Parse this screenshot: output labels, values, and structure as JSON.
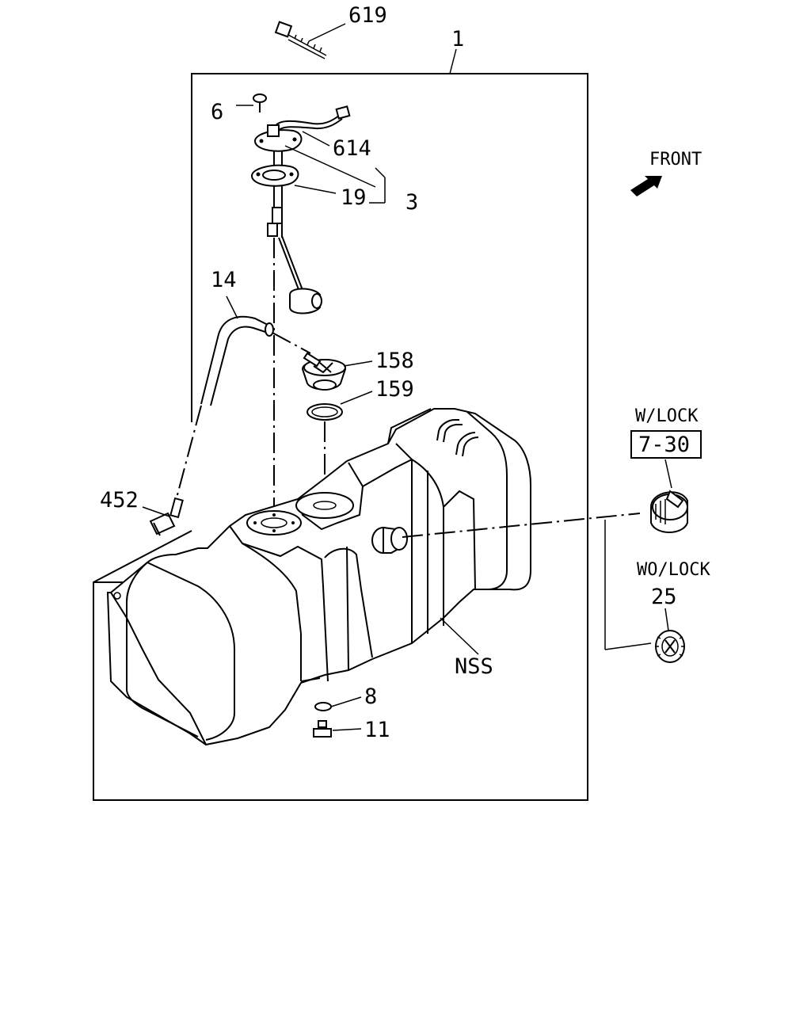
{
  "labels": {
    "assembly": "1",
    "cable_tie": "619",
    "screw": "6",
    "wire_harness": "614",
    "gasket_plate": "19",
    "gauge_unit_group": "3",
    "hose": "14",
    "pump_unit": "158",
    "seal_ring": "159",
    "drain_tube": "452",
    "washer": "8",
    "nut": "11",
    "tank_note": "NSS",
    "cap_no_lock": "25"
  },
  "front_indicator": "FRONT",
  "options": {
    "with_lock_title": "W/LOCK",
    "with_lock_ref": "7-30",
    "without_lock_title": "WO/LOCK"
  },
  "icons": [
    "front-arrow-icon"
  ]
}
